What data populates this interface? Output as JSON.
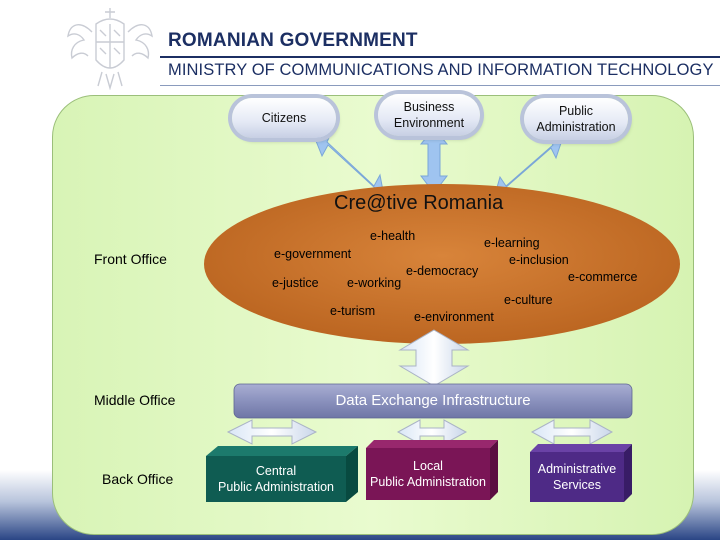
{
  "header": {
    "government": "ROMANIAN GOVERNMENT",
    "ministry": "MINISTRY OF COMMUNICATIONS AND INFORMATION TECHNOLOGY"
  },
  "stakeholders": {
    "citizens": "Citizens",
    "business": "Business\nEnvironment",
    "public_admin": "Public\nAdministration"
  },
  "core": {
    "title": "Cre@tive Romania",
    "terms": {
      "health": "e-health",
      "learning": "e-learning",
      "government": "e-government",
      "inclusion": "e-inclusion",
      "democracy": "e-democracy",
      "commerce": "e-commerce",
      "justice": "e-justice",
      "working": "e-working",
      "culture": "e-culture",
      "turism": "e-turism",
      "environment": "e-environment"
    }
  },
  "layers": {
    "front": "Front Office",
    "middle": "Middle Office",
    "back": "Back Office"
  },
  "infrastructure": "Data Exchange Infrastructure",
  "back_office": {
    "central": "Central\nPublic  Administration",
    "local": "Local\nPublic Administration",
    "services": "Administrative\nServices"
  },
  "colors": {
    "navy": "#1c2f63",
    "panel": "#e3f8c6",
    "ellipse": "#c8742a",
    "arrow": "#9fc4f0",
    "infra": "#8c93be",
    "central_box": "#0f5c52",
    "local_box": "#7a1556",
    "services_box": "#4e2a86"
  }
}
